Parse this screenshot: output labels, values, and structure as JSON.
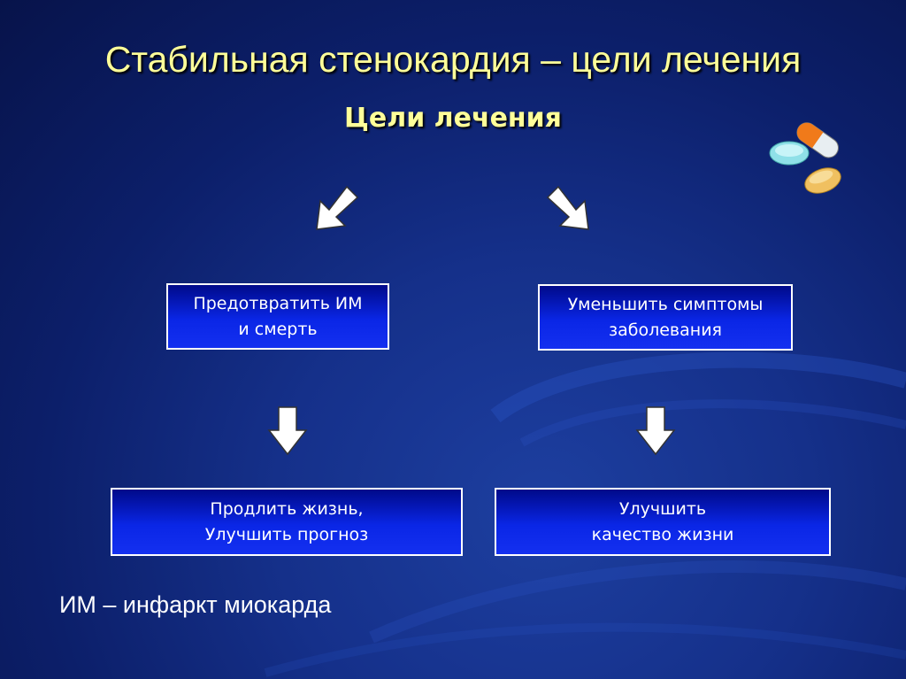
{
  "slide": {
    "title": "Стабильная стенокардия – цели лечения",
    "subtitle": "Цели лечения",
    "boxes": {
      "prevent": [
        "Предотвратить ИМ",
        "и смерть"
      ],
      "reduce": [
        "Уменьшить симптомы",
        "заболевания"
      ],
      "prolong": [
        "Продлить жизнь,",
        "Улучшить прогноз"
      ],
      "improve": [
        "Улучшить",
        "качество жизни"
      ]
    },
    "footnote": "ИМ – инфаркт миокарда"
  },
  "colors": {
    "title": "#ffff99",
    "box_fill": "#0a26e6",
    "box_border": "#ffffff",
    "arrow": "#ffffff"
  },
  "icons": [
    "pills-icon",
    "arrow-down-left-icon",
    "arrow-down-right-icon",
    "arrow-down-icon"
  ]
}
